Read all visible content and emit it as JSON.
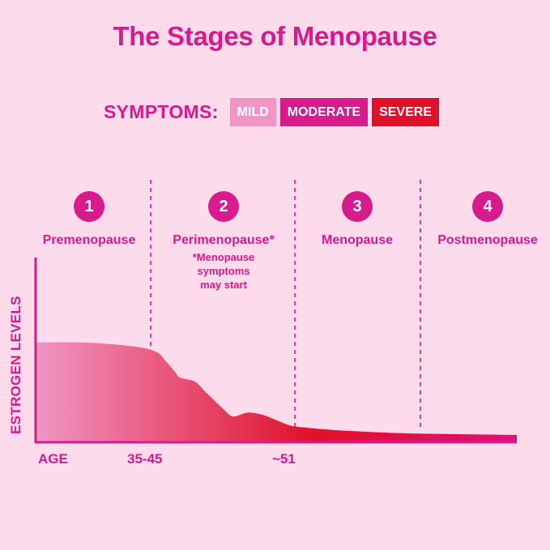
{
  "title": "The Stages of Menopause",
  "legend": {
    "label": "SYMPTOMS:",
    "items": [
      {
        "label": "MILD",
        "color": "#f095c4"
      },
      {
        "label": "MODERATE",
        "color": "#d81b8c"
      },
      {
        "label": "SEVERE",
        "color": "#e0102a"
      }
    ]
  },
  "stages": [
    {
      "number": "1",
      "name": "Premenopause",
      "note": ""
    },
    {
      "number": "2",
      "name": "Perimenopause*",
      "note": "*Menopause\nsymptoms\nmay start"
    },
    {
      "number": "3",
      "name": "Menopause",
      "note": ""
    },
    {
      "number": "4",
      "name": "Postmenopause",
      "note": ""
    }
  ],
  "chart_data": {
    "type": "area",
    "ylabel": "ESTROGEN LEVELS",
    "xlabel": "AGE",
    "x_tick_labels": [
      "35-45",
      "~51"
    ],
    "ylim": [
      0,
      100
    ],
    "xlim": [
      0,
      100
    ],
    "x": [
      0,
      10,
      20,
      25,
      27,
      29,
      30,
      33,
      35,
      37,
      39,
      41,
      44,
      47,
      50,
      53,
      56,
      60,
      66,
      75,
      85,
      100
    ],
    "values": [
      54,
      54,
      52,
      49,
      44,
      38,
      35,
      33,
      28,
      23,
      18,
      14,
      16,
      15,
      12,
      9,
      8,
      7,
      6,
      5,
      4.5,
      4
    ],
    "gradient_colors": [
      "#f095c4",
      "#e0102a",
      "#e0107a"
    ],
    "divider_colors": "#d81b8c",
    "grid": false
  }
}
